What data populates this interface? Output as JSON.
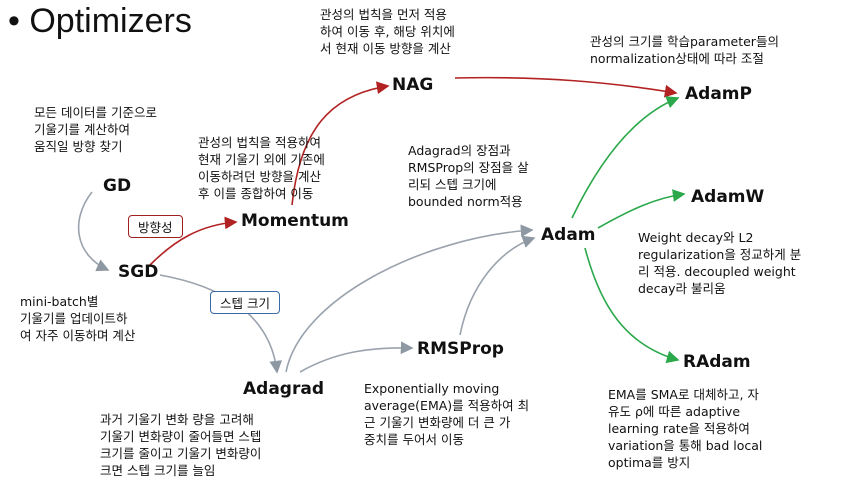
{
  "title": "Optimizers",
  "nodes": {
    "gd": "GD",
    "sgd": "SGD",
    "momentum": "Momentum",
    "nag": "NAG",
    "adagrad": "Adagrad",
    "rmsprop": "RMSProp",
    "adam": "Adam",
    "adamp": "AdamP",
    "adamw": "AdamW",
    "radam": "RAdam"
  },
  "tags": {
    "direction": "방향성",
    "step_size": "스텝 크기"
  },
  "notes": {
    "gd": "모든 데이터를 기준으로\n기울기를 계산하여\n움직일 방향 찾기",
    "sgd": "mini-batch별\n기울기를 업데이트하\n여 자주 이동하며 계산",
    "momentum": "관성의 법칙을 적용하여\n현재 기울기 외에 기존에\n이동하려던 방향을 계산\n후 이를 종합하여 이동",
    "nag": "관성의 법칙을 먼저 적용\n하여 이동 후, 해당 위치에\n서 현재 이동 방향을 계산",
    "adam": "Adagrad의 장점과\nRMSProp의 장점을 살\n리되 스텝 크기에\nbounded norm적용",
    "adamp": "관성의 크기를 학습parameter들의\nnormalization상태에 따라 조절",
    "adamw": "Weight decay와 L2\nregularization을 정교하게 분\n리 적용. decoupled weight\ndecay라 불리움",
    "adagrad": "과거 기울기 변화 량을 고려해\n기울기 변화량이 줄어들면 스텝\n크기를 줄이고 기울기 변화량이\n크면 스텝 크기를 늘임",
    "rmsprop": "Exponentially moving\naverage(EMA)를 적용하여 최\n근 기울기 변화량에 더 큰 가\n중치를 두어서 이동",
    "radam": "EMA를 SMA로 대체하고, 자\n유도 ρ에 따른 adaptive\nlearning rate을 적용하여\nvariation을 통해 bad local\noptima를 방지"
  },
  "colors": {
    "gray_arrow": "#9aa3ad",
    "red_arrow": "#b22222",
    "green_arrow": "#2aa84a",
    "blue_tag": "#3b6aa6"
  }
}
